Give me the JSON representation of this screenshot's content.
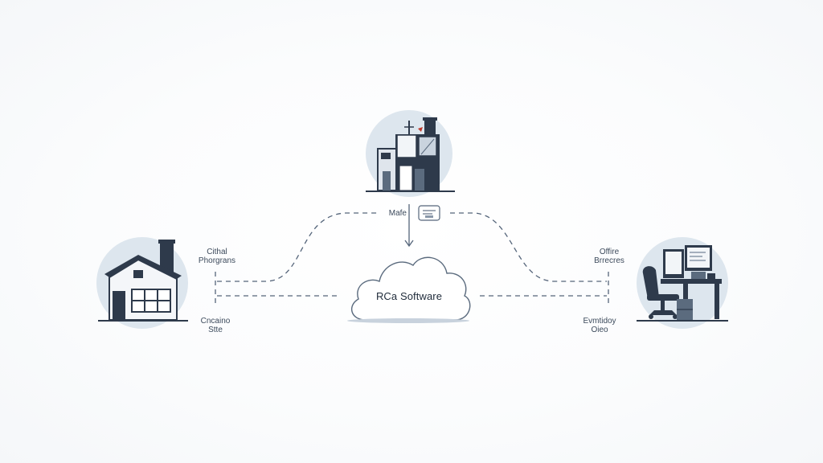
{
  "diagram": {
    "center": {
      "label": "RCa Software"
    },
    "top": {
      "connector_label": "Mafe"
    },
    "left": {
      "label_top_line1": "Cithal",
      "label_top_line2": "Phorgrans",
      "label_bottom_line1": "Cncaino",
      "label_bottom_line2": "Stte"
    },
    "right": {
      "label_top_line1": "Offire",
      "label_top_line2": "Brrecres",
      "label_bottom_line1": "Evmtidoy",
      "label_bottom_line2": "Oieo"
    }
  },
  "colors": {
    "circle_bg": "#dde6ee",
    "dark": "#2e3a4b",
    "mid": "#5b6b7e",
    "line": "#55657a",
    "accent_red": "#c0392b"
  }
}
